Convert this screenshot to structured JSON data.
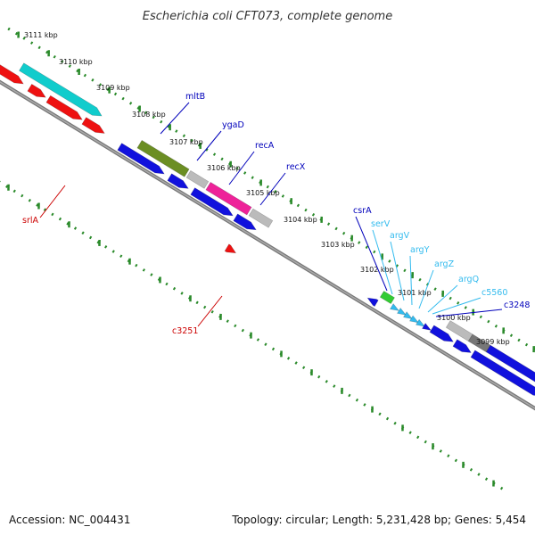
{
  "title": "Escherichia coli CFT073, complete genome",
  "footer": {
    "accession": "Accession: NC_004431",
    "topology": "Topology: circular; Length: 5,231,428 bp; Genes: 5,454"
  },
  "colors": {
    "backbone": "#888888",
    "ticks": "#2a8a2a",
    "plus_strand": "#ee1111",
    "cyan": "#11cccc",
    "olive": "#6b8e23",
    "magenta": "#ee2299",
    "grey": "#bbbbbb",
    "dark_grey": "#777777",
    "blue": "#1111dd",
    "green": "#33cc33",
    "light_blue": "#33bbee",
    "label_blue": "#0000bb",
    "label_red": "#cc0000",
    "label_cyan": "#33bbee"
  },
  "scale": {
    "unit": "kbp",
    "labels": [
      "3111 kbp",
      "3110 kbp",
      "3109 kbp",
      "3108 kbp",
      "3107 kbp",
      "3106 kbp",
      "3105 kbp",
      "3104 kbp",
      "3103 kbp",
      "3102 kbp",
      "3101 kbp",
      "3100 kbp",
      "3099 kbp"
    ]
  },
  "gene_labels": [
    {
      "name": "mltB",
      "color": "blue"
    },
    {
      "name": "ygaD",
      "color": "blue"
    },
    {
      "name": "recA",
      "color": "blue"
    },
    {
      "name": "recX",
      "color": "blue"
    },
    {
      "name": "csrA",
      "color": "blue"
    },
    {
      "name": "serV",
      "color": "cyan"
    },
    {
      "name": "argV",
      "color": "cyan"
    },
    {
      "name": "argY",
      "color": "cyan"
    },
    {
      "name": "argZ",
      "color": "cyan"
    },
    {
      "name": "argQ",
      "color": "cyan"
    },
    {
      "name": "c5560",
      "color": "cyan"
    },
    {
      "name": "c3248",
      "color": "blue"
    },
    {
      "name": "srlA",
      "color": "red"
    },
    {
      "name": "c3251",
      "color": "red"
    }
  ]
}
